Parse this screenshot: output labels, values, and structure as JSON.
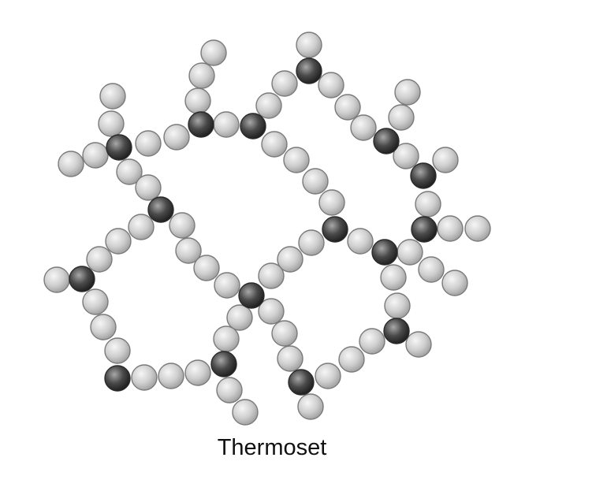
{
  "caption": "Thermoset",
  "colors": {
    "chain_bead_light": "#f4f4f4",
    "chain_bead_dark": "#9a9a9a",
    "crosslink_bead_light": "#9a9a9a",
    "crosslink_bead_dark": "#1c1c1c",
    "bead_outline": "#6f6f6f"
  },
  "legend_items": [
    {
      "icon": "chain-bead",
      "meaning": ""
    },
    {
      "icon": "crosslink-bead",
      "meaning": ""
    }
  ]
}
